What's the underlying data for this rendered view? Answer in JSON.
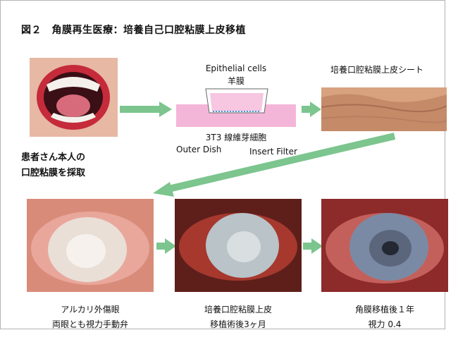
{
  "title": "図２　角膜再生医療：培養自己口腔粘膜上皮移植",
  "step1": {
    "caption_line1": "患者さん本人の",
    "caption_line2": "口腔粘膜を採取"
  },
  "culture": {
    "epithelial_label": "Epithelial cells",
    "amnion_label": "羊膜",
    "feeder_label": "3T3 線維芽細胞",
    "outer_dish_label": "Outer Dish",
    "insert_filter_label": "Insert Filter"
  },
  "sheet": {
    "caption": "培養口腔粘膜上皮シート"
  },
  "eyes": [
    {
      "line1": "アルカリ外傷眼",
      "line2": "両眼とも視力手動弁"
    },
    {
      "line1": "培養口腔粘膜上皮",
      "line2": "移植術後3ヶ月"
    },
    {
      "line1": "角膜移植後１年",
      "line2": "視力 0.4"
    }
  ],
  "colors": {
    "arrow": "#7cc58e",
    "dish": "#f4b6d8"
  }
}
